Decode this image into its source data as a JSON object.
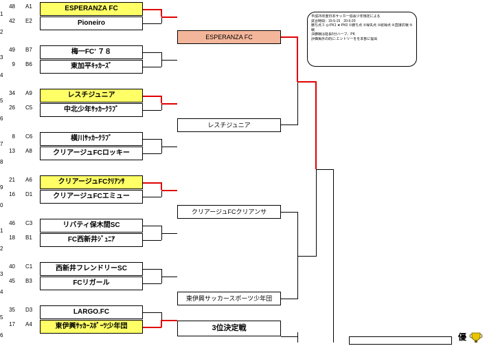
{
  "note": {
    "lines": [
      "平成25年度日本サッカー協会少年規定による",
      "試合時間：15-5-15　20-5-20",
      "勝ち点３ ◎:PK1 ★:PK0 ①勝ち点 ②得失点 ③総得点 ④直接対戦 ⑤PK",
      "戦",
      "決勝戦は延長5分ハーフ、PK",
      "評価掲示の的に:エントリーをを本部に提出"
    ]
  },
  "teams": [
    {
      "num": "48",
      "code": "A1",
      "name": "ESPERANZA FC",
      "winner": true,
      "row": "1"
    },
    {
      "num": "42",
      "code": "E2",
      "name": "Pioneiro",
      "winner": false,
      "row": "2"
    },
    {
      "num": "49",
      "code": "B7",
      "name": "梅一FC’ ７８",
      "winner": false,
      "row": "3"
    },
    {
      "num": "9",
      "code": "B6",
      "name": "東加平ｷｯｶｰｽﾞ",
      "winner": false,
      "row": "4"
    },
    {
      "num": "34",
      "code": "A9",
      "name": "レスチジュニア",
      "winner": true,
      "row": "5"
    },
    {
      "num": "26",
      "code": "C5",
      "name": "中北少年ｻｯｶｰｸﾗﾌﾞ",
      "winner": false,
      "row": "6"
    },
    {
      "num": "8",
      "code": "C6",
      "name": "横川ｻｯｶｰｸﾗﾌﾞ",
      "winner": false,
      "row": "7"
    },
    {
      "num": "13",
      "code": "A8",
      "name": "クリアージュFCロッキー",
      "winner": false,
      "row": "8"
    },
    {
      "num": "21",
      "code": "A6",
      "name": "クリアージュFCｸﾘｱﾝｻ",
      "winner": true,
      "row": "9"
    },
    {
      "num": "16",
      "code": "D1",
      "name": "クリアージュFCエミュー",
      "winner": false,
      "row": "0"
    },
    {
      "num": "46",
      "code": "C3",
      "name": "リバティ保木間SC",
      "winner": false,
      "row": "1"
    },
    {
      "num": "18",
      "code": "B1",
      "name": "FC西新井ｼﾞｭﾆｱ",
      "winner": false,
      "row": "2"
    },
    {
      "num": "40",
      "code": "C1",
      "name": "西新井フレンドリーSC",
      "winner": false,
      "row": "3"
    },
    {
      "num": "45",
      "code": "B3",
      "name": "FCリガール",
      "winner": false,
      "row": "4"
    },
    {
      "num": "35",
      "code": "D3",
      "name": "LARGO.FC",
      "winner": false,
      "row": "5"
    },
    {
      "num": "17",
      "code": "A4",
      "name": "東伊興ｻｯｶｰｽﾎﾟｰﾂ少年団",
      "winner": true,
      "row": "6"
    }
  ],
  "round2": [
    {
      "name": "ESPERANZA  FC",
      "winner": true
    },
    {
      "name": "レスチジュニア",
      "winner": false
    },
    {
      "name": "クリアージュFCクリアンサ",
      "winner": false
    },
    {
      "name": "東伊興サッカースポーツ少年団",
      "winner": false
    }
  ],
  "third_place": {
    "label": "3位決定戦"
  },
  "trophy_char": "優",
  "colors": {
    "winner_fill": "#ffff66",
    "champion_fill": "#f4b69a",
    "advance_line": "#e00000"
  }
}
